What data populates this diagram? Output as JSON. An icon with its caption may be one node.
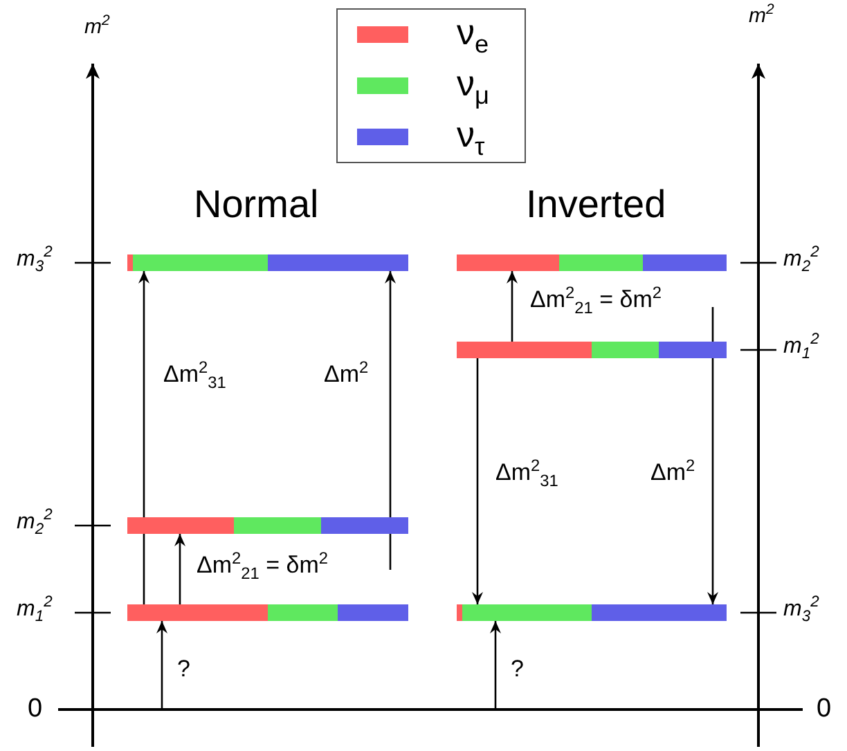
{
  "diagram": {
    "nodes": [
      {
        "text": [],
        "shape": "bar"
      },
      {
        "text": [],
        "shape": "bar"
      },
      {
        "text": [],
        "shape": "bar"
      },
      {
        "text": [],
        "shape": "bar"
      },
      {
        "text": [],
        "shape": "bar"
      },
      {
        "text": [],
        "shape": "bar"
      }
    ],
    "edges": [
      {
        "from": 4,
        "to": 0,
        "arrow": "to",
        "label": "Δm$^{2}$$_{31}$"
      },
      {
        "from": null,
        "to": 0,
        "arrow": "to",
        "label": "Δm$^{2}$"
      },
      {
        "from": 4,
        "to": 3,
        "arrow": "to",
        "label": "Δm$^{2}$$_{21}$ = δm$^{2}$"
      },
      {
        "from": null,
        "to": 4,
        "arrow": "to",
        "label": "?"
      },
      {
        "from": 2,
        "to": 1,
        "arrow": "to",
        "label": "Δm$^{2}$$_{21}$ = δm$^{2}$"
      },
      {
        "from": 2,
        "to": 5,
        "arrow": "to",
        "label": "Δm$^{2}$$_{31}$"
      },
      {
        "from": null,
        "to": 5,
        "arrow": "to",
        "label": "Δm$^{2}$"
      },
      {
        "from": null,
        "to": 5,
        "arrow": "to",
        "label": "?"
      }
    ],
    "labels": [
      "m$^{2}$",
      "m$^{2}$",
      "Normal",
      "Inverted",
      "m$_{3}$$^{2}$",
      "m$_{2}$$^{2}$",
      "m$_{1}$$^{2}$",
      "m$_{2}$$^{2}$",
      "m$_{1}$$^{2}$",
      "m$_{3}$$^{2}$",
      "0",
      "0"
    ],
    "legend": [
      {
        "text": "ν$_{e}$",
        "color": "#ff5f5f"
      },
      {
        "text": "ν$_{μ}$",
        "color": "#5fe85f"
      },
      {
        "text": "ν$_{τ}$",
        "color": "#5f5fe8"
      }
    ]
  }
}
